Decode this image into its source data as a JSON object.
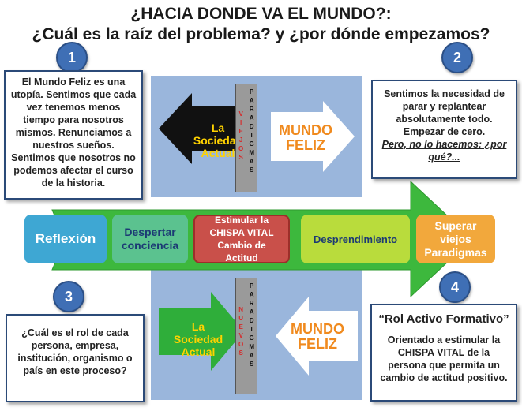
{
  "title_line1": "¿HACIA DONDE VA EL MUNDO?:",
  "title_line2": "¿Cuál es la raíz del problema? y ¿por dónde empezamos?",
  "markers": [
    "1",
    "2",
    "3",
    "4"
  ],
  "box1": "El Mundo Feliz es una utopía. Sentimos que cada vez tenemos menos tiempo para nosotros mismos. Renunciamos a nuestros sueños. Sentimos que nosotros no podemos afectar el curso de la historia.",
  "box2": {
    "text": "Sentimos la necesidad de parar y replantear absolutamente todo. Empezar de cero.",
    "question": "Pero, no lo hacemos: ¿por qué?..."
  },
  "box3": "¿Cuál es el rol de cada persona, empresa, institución, organismo o país en este proceso?",
  "box4": {
    "heading": "“Rol Activo Formativo”",
    "text": "Orientado a estimular la CHISPA VITAL de la persona que permita un cambio de actitud positivo."
  },
  "top_panel": {
    "arrow_label": "La Sociedad Actual",
    "old_prefix": "VIEJOS",
    "paradigms": "PARADIGMAS",
    "goal": "MUNDO FELIZ"
  },
  "bottom_panel": {
    "arrow_label": "La Sociedad Actual",
    "new_prefix": "NUEVOS",
    "paradigms": "PARADIGMAS",
    "goal": "MUNDO FELIZ"
  },
  "stages": [
    {
      "label": "Reflexión",
      "color": "#3ea7d3"
    },
    {
      "label": "Despertar conciencia",
      "color": "#5bc28f"
    },
    {
      "label": "Estimular la CHISPA VITAL Cambio de Actitud",
      "color": "#c9504a"
    },
    {
      "label": "Desprendimiento",
      "color": "#b9dc3c"
    },
    {
      "label": "Superar viejos Paradigmas",
      "color": "#f2a83c"
    }
  ],
  "colors": {
    "accent_blue": "#3f6fb5",
    "panel_blue": "#9ab6dc",
    "main_arrow_green": "#3db83d",
    "yellow_text": "#ffd200",
    "orange_text": "#f08a1e",
    "red_letters": "#d62a2a"
  }
}
